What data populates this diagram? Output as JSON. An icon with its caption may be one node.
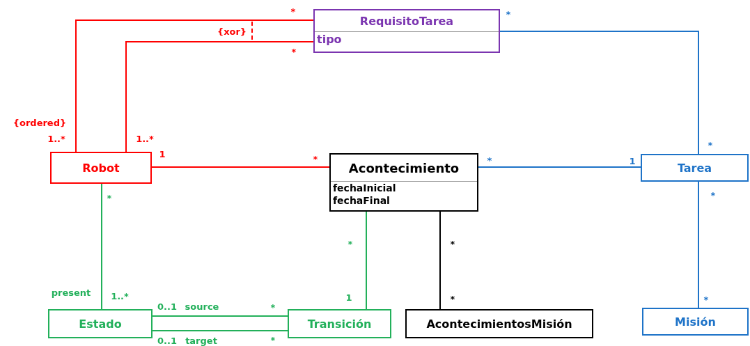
{
  "diagram": {
    "nodes": [
      {
        "text": [
          "RequisitoTarea",
          "tipo"
        ]
      },
      {
        "text": [
          "Robot"
        ]
      },
      {
        "text": [
          "Acontecimiento",
          "fechaInicial fechaFinal"
        ]
      },
      {
        "text": [
          "Tarea"
        ]
      },
      {
        "text": [
          "Estado"
        ]
      },
      {
        "text": [
          "Transición"
        ]
      },
      {
        "text": [
          "AcontecimientosMisión"
        ]
      },
      {
        "text": [
          "Misión"
        ]
      }
    ],
    "edges": [
      {
        "from": 1,
        "to": 0,
        "arrow": "none",
        "color": "#ff0000"
      },
      {
        "from": 1,
        "to": 0,
        "arrow": "none",
        "color": "#ff0000"
      },
      {
        "from": 1,
        "to": 2,
        "arrow": "none",
        "color": "#ff0000"
      },
      {
        "from": 0,
        "to": 3,
        "arrow": "none",
        "color": "#1e73c8"
      },
      {
        "from": 2,
        "to": 3,
        "arrow": "none",
        "color": "#1e73c8"
      },
      {
        "from": 1,
        "to": 4,
        "arrow": "none",
        "color": "#22b05a"
      },
      {
        "from": 2,
        "to": 5,
        "arrow": "none",
        "color": "#22b05a"
      },
      {
        "from": 2,
        "to": 6,
        "arrow": "none",
        "color": "#000000"
      },
      {
        "from": 3,
        "to": 7,
        "arrow": "none",
        "color": "#1e73c8"
      },
      {
        "from": 4,
        "to": 5,
        "arrow": "none",
        "color": "#22b05a"
      },
      {
        "from": 4,
        "to": 5,
        "arrow": "none",
        "color": "#22b05a"
      }
    ],
    "labels": [
      "*",
      "{xor}",
      "*",
      "*",
      "{ordered}",
      "1..*",
      "1..*",
      "1",
      "*",
      "*",
      "1",
      "*",
      "*",
      "*",
      "*",
      "*",
      "present",
      "1..*",
      "0..1",
      "source",
      "*",
      "1",
      "*",
      "*",
      "0..1",
      "target",
      "*"
    ]
  }
}
